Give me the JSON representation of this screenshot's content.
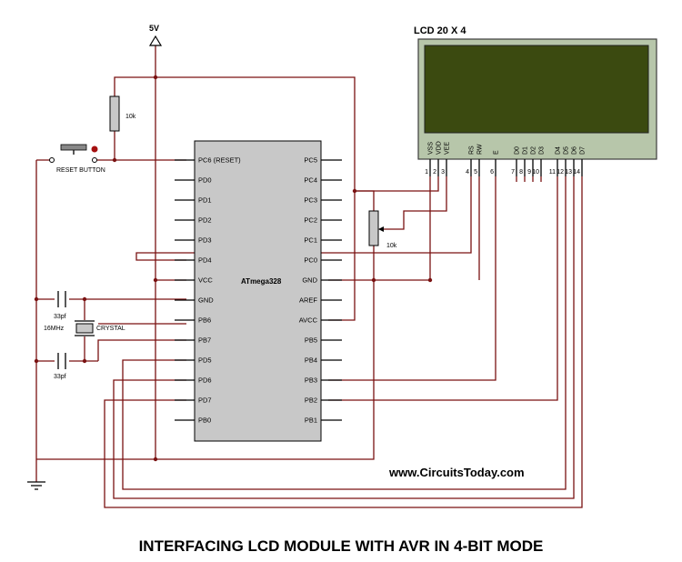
{
  "caption": "INTERFACING LCD MODULE WITH AVR IN 4-BIT MODE",
  "watermark": "www.CircuitsToday.com",
  "power": {
    "label": "5V"
  },
  "reset": {
    "resistor_label": "10k",
    "button_label": "RESET BUTTON"
  },
  "crystal": {
    "cap_top": "33pf",
    "cap_bottom": "33pf",
    "freq": "16MHz",
    "label": "CRYSTAL"
  },
  "mcu": {
    "name": "ATmega328",
    "left_pins": [
      "PC6 (RESET)",
      "PD0",
      "PD1",
      "PD2",
      "PD3",
      "PD4",
      "VCC",
      "GND",
      "PB6",
      "PB7",
      "PD5",
      "PD6",
      "PD7",
      "PB0"
    ],
    "right_pins": [
      "PC5",
      "PC4",
      "PC3",
      "PC2",
      "PC1",
      "PC0",
      "GND",
      "AREF",
      "AVCC",
      "PB5",
      "PB4",
      "PB3",
      "PB2",
      "PB1"
    ]
  },
  "lcd": {
    "title": "LCD 20 X 4",
    "pot_label": "10k",
    "pins": [
      {
        "name": "VSS",
        "num": "1"
      },
      {
        "name": "VDD",
        "num": "2"
      },
      {
        "name": "VEE",
        "num": "3"
      },
      {
        "name": "RS",
        "num": "4"
      },
      {
        "name": "RW",
        "num": "5"
      },
      {
        "name": "E",
        "num": "6"
      },
      {
        "name": "D0",
        "num": "7"
      },
      {
        "name": "D1",
        "num": "8"
      },
      {
        "name": "D2",
        "num": "9"
      },
      {
        "name": "D3",
        "num": "10"
      },
      {
        "name": "D4",
        "num": "11"
      },
      {
        "name": "D5",
        "num": "12"
      },
      {
        "name": "D6",
        "num": "13"
      },
      {
        "name": "D7",
        "num": "14"
      }
    ]
  },
  "colors": {
    "wire": "#7a1212",
    "chip": "#c8c8c8",
    "lcd_frame": "#b7c6aa",
    "lcd_screen": "#3b4a10"
  }
}
